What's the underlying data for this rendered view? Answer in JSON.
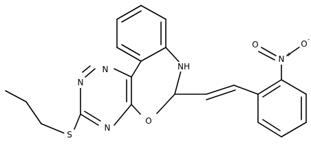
{
  "molecule": {
    "atoms": {
      "n_triazine_1": "N",
      "n_triazine_2": "N",
      "n_triazine_3": "N",
      "o_ring": "O",
      "nh": "NH",
      "s_thioether": "S",
      "n_nitro": "N",
      "o_nitro_1": "O",
      "o_nitro_2": "O"
    },
    "charges": {
      "n_nitro_charge": "+",
      "o_nitro_charge": "-"
    }
  }
}
